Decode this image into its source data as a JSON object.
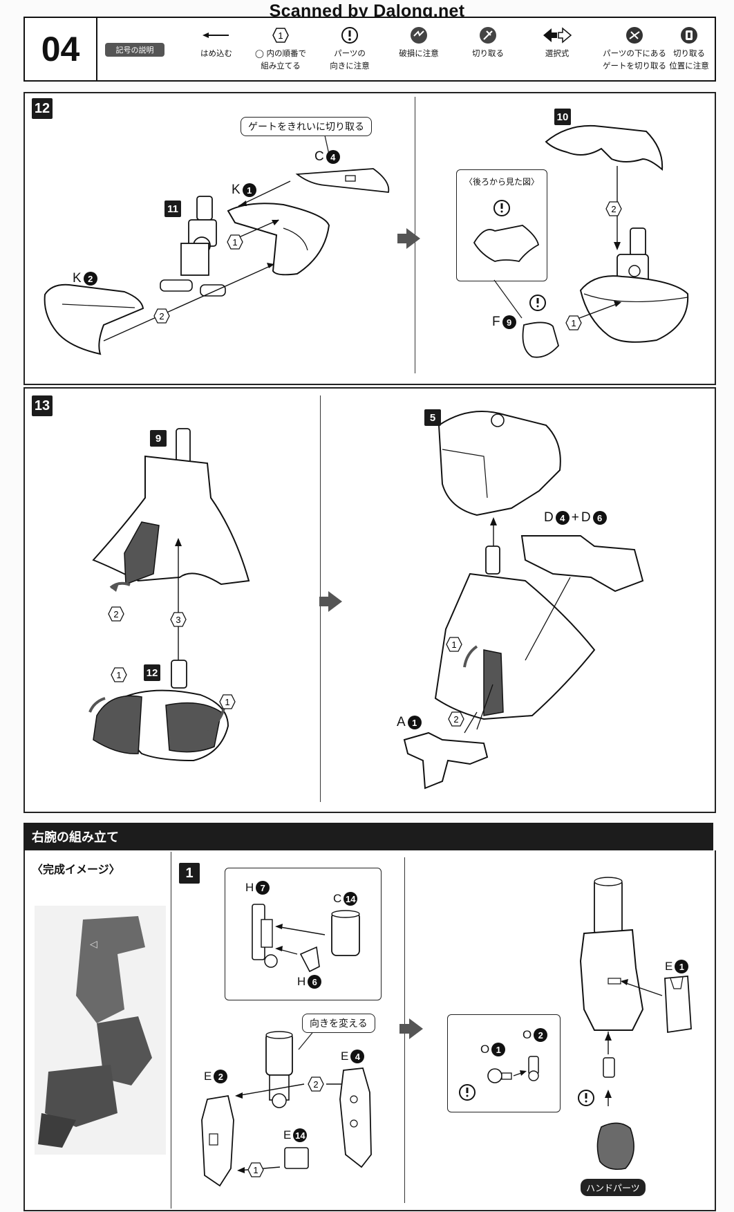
{
  "watermark": "Scanned by Dalong.net",
  "legend": {
    "page_number": "04",
    "pill": "記号の説明",
    "items": [
      {
        "line1": "はめ込む",
        "line2": "",
        "icon": "arrow-left-icon"
      },
      {
        "line1": "◯ 内の順番で",
        "line2": "組み立てる",
        "icon": "order-number-icon"
      },
      {
        "line1": "パーツの",
        "line2": "向きに注意",
        "icon": "attention-icon"
      },
      {
        "line1": "破損に注意",
        "line2": "",
        "icon": "breakage-icon"
      },
      {
        "line1": "切り取る",
        "line2": "",
        "icon": "cut-icon"
      },
      {
        "line1": "選択式",
        "line2": "",
        "icon": "select-arrows-icon"
      },
      {
        "line1": "パーツの下にある",
        "line2": "ゲートを切り取る",
        "icon": "cut-under-gate-icon"
      },
      {
        "line1": "切り取る",
        "line2": "位置に注意",
        "icon": "cut-position-icon"
      }
    ],
    "order_glyph": "1"
  },
  "step12": {
    "number": "12",
    "callout": "ゲートをきれいに切り取る",
    "sub11": "11",
    "sub10": "10",
    "parts": {
      "c": {
        "letter": "C",
        "num": "4"
      },
      "k1": {
        "letter": "K",
        "num": "1"
      },
      "k2": {
        "letter": "K",
        "num": "2"
      },
      "f": {
        "letter": "F",
        "num": "9"
      }
    },
    "rear_view": "〈後ろから見た図〉",
    "orders": [
      "1",
      "2",
      "2",
      "1"
    ]
  },
  "step13": {
    "number": "13",
    "sub9": "9",
    "sub12": "12",
    "sub5": "5",
    "parts": {
      "d": "D4+D6",
      "d_a": {
        "letter": "D",
        "num": "4"
      },
      "d_b": {
        "letter": "D",
        "num": "6"
      },
      "a": {
        "letter": "A",
        "num": "1"
      }
    },
    "orders": [
      "2",
      "3",
      "1",
      "1",
      "1",
      "2"
    ]
  },
  "right_arm": {
    "section_title": "右腕の組み立て",
    "completed_image": "〈完成イメージ〉",
    "step_number": "1",
    "callout": "向きを変える",
    "hand_parts": "ハンドパーツ",
    "parts": {
      "h7": {
        "letter": "H",
        "num": "7"
      },
      "c14": {
        "letter": "C",
        "num": "14"
      },
      "h6": {
        "letter": "H",
        "num": "6"
      },
      "e2": {
        "letter": "E",
        "num": "2"
      },
      "e4": {
        "letter": "E",
        "num": "4"
      },
      "e14": {
        "letter": "E",
        "num": "14"
      },
      "e1": {
        "letter": "E",
        "num": "1"
      },
      "o1": {
        "letter": "O",
        "num": "1"
      },
      "o2": {
        "letter": "O",
        "num": "2"
      }
    },
    "orders": [
      "2",
      "1"
    ]
  }
}
